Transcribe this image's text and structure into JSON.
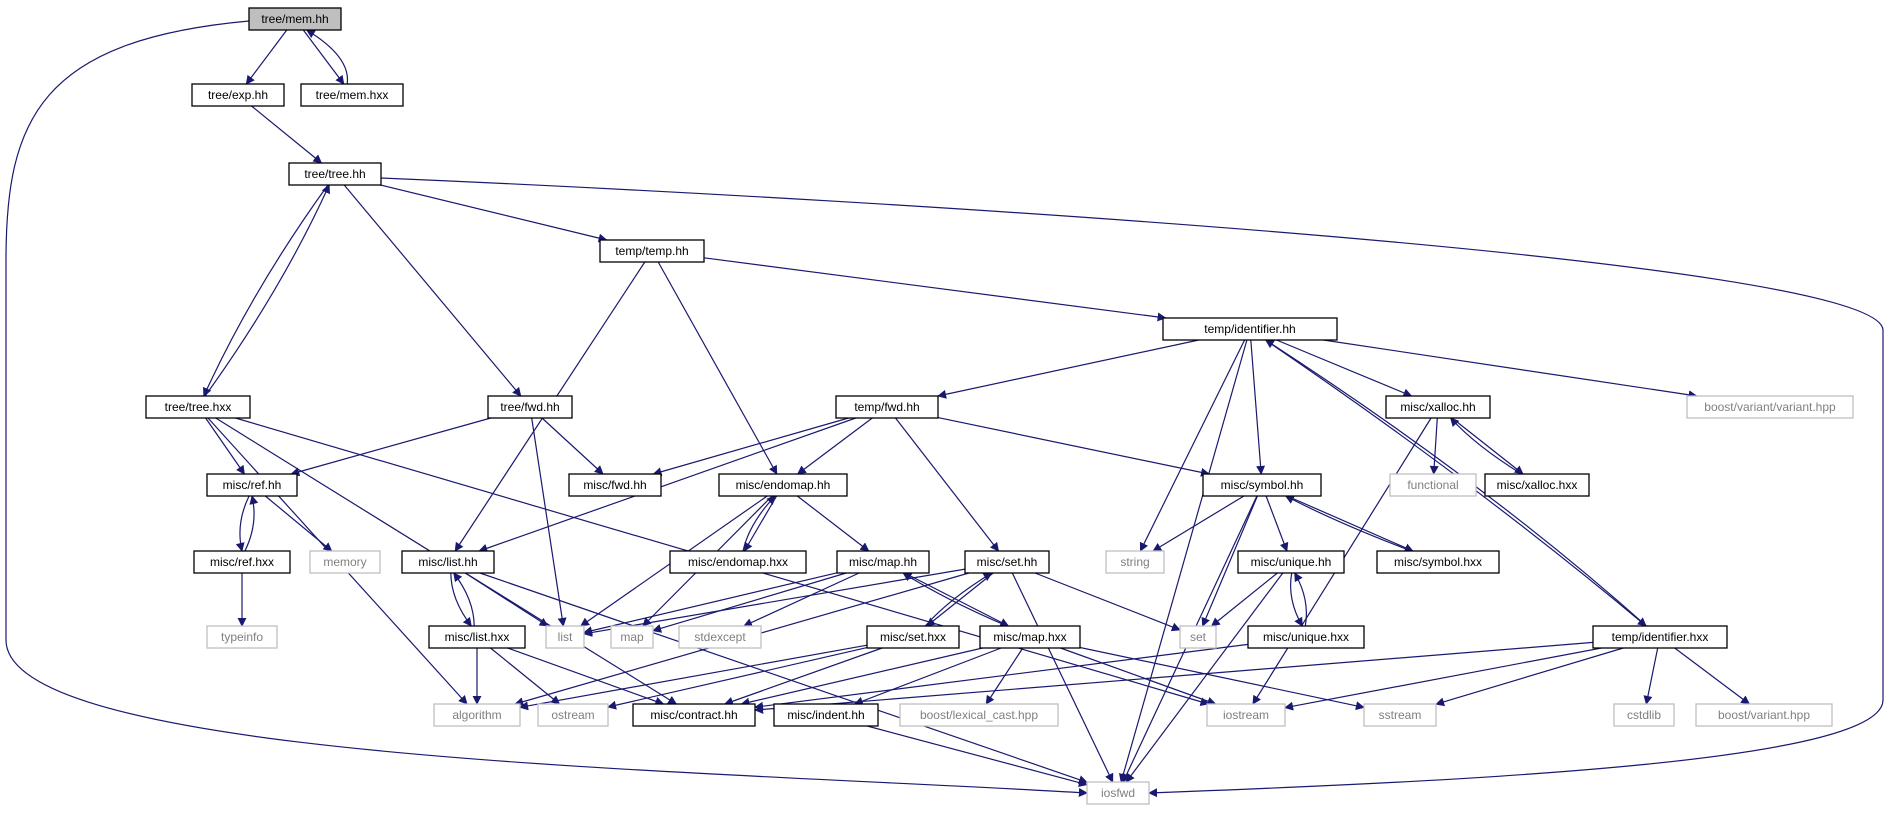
{
  "diagram": {
    "colors": {
      "edge": "#191970",
      "node_border": "#000000",
      "external_border": "#bfbfbf",
      "external_text": "#808080",
      "root_fill": "#bfbfbf"
    },
    "nodes": [
      {
        "id": "mem_hh",
        "label": "tree/mem.hh",
        "kind": "root"
      },
      {
        "id": "exp_hh",
        "label": "tree/exp.hh",
        "kind": "header"
      },
      {
        "id": "mem_hxx",
        "label": "tree/mem.hxx",
        "kind": "header"
      },
      {
        "id": "tree_hh",
        "label": "tree/tree.hh",
        "kind": "header"
      },
      {
        "id": "temp_hh",
        "label": "temp/temp.hh",
        "kind": "header"
      },
      {
        "id": "ident_hh",
        "label": "temp/identifier.hh",
        "kind": "header"
      },
      {
        "id": "tree_hxx",
        "label": "tree/tree.hxx",
        "kind": "header"
      },
      {
        "id": "tfwd_hh",
        "label": "tree/fwd.hh",
        "kind": "header"
      },
      {
        "id": "tempfwd_hh",
        "label": "temp/fwd.hh",
        "kind": "header"
      },
      {
        "id": "xalloc_hh",
        "label": "misc/xalloc.hh",
        "kind": "header"
      },
      {
        "id": "boost_variant",
        "label": "boost/variant/variant.hpp",
        "kind": "external"
      },
      {
        "id": "ref_hh",
        "label": "misc/ref.hh",
        "kind": "header"
      },
      {
        "id": "miscfwd_hh",
        "label": "misc/fwd.hh",
        "kind": "header"
      },
      {
        "id": "endomap_hh",
        "label": "misc/endomap.hh",
        "kind": "header"
      },
      {
        "id": "symbol_hh",
        "label": "misc/symbol.hh",
        "kind": "header"
      },
      {
        "id": "functional",
        "label": "functional",
        "kind": "external"
      },
      {
        "id": "xalloc_hxx",
        "label": "misc/xalloc.hxx",
        "kind": "header"
      },
      {
        "id": "ref_hxx",
        "label": "misc/ref.hxx",
        "kind": "header"
      },
      {
        "id": "memory",
        "label": "memory",
        "kind": "external"
      },
      {
        "id": "list_hh",
        "label": "misc/list.hh",
        "kind": "header"
      },
      {
        "id": "endomap_hxx",
        "label": "misc/endomap.hxx",
        "kind": "header"
      },
      {
        "id": "map_hh",
        "label": "misc/map.hh",
        "kind": "header"
      },
      {
        "id": "set_hh",
        "label": "misc/set.hh",
        "kind": "header"
      },
      {
        "id": "string",
        "label": "string",
        "kind": "external"
      },
      {
        "id": "unique_hh",
        "label": "misc/unique.hh",
        "kind": "header"
      },
      {
        "id": "symbol_hxx",
        "label": "misc/symbol.hxx",
        "kind": "header"
      },
      {
        "id": "typeinfo",
        "label": "typeinfo",
        "kind": "external"
      },
      {
        "id": "list_hxx",
        "label": "misc/list.hxx",
        "kind": "header"
      },
      {
        "id": "list",
        "label": "list",
        "kind": "external"
      },
      {
        "id": "map",
        "label": "map",
        "kind": "external"
      },
      {
        "id": "stdexcept",
        "label": "stdexcept",
        "kind": "external"
      },
      {
        "id": "set_hxx",
        "label": "misc/set.hxx",
        "kind": "header"
      },
      {
        "id": "map_hxx",
        "label": "misc/map.hxx",
        "kind": "header"
      },
      {
        "id": "set",
        "label": "set",
        "kind": "external"
      },
      {
        "id": "unique_hxx",
        "label": "misc/unique.hxx",
        "kind": "header"
      },
      {
        "id": "ident_hxx",
        "label": "temp/identifier.hxx",
        "kind": "header"
      },
      {
        "id": "algorithm",
        "label": "algorithm",
        "kind": "external"
      },
      {
        "id": "ostream",
        "label": "ostream",
        "kind": "external"
      },
      {
        "id": "contract_hh",
        "label": "misc/contract.hh",
        "kind": "header"
      },
      {
        "id": "indent_hh",
        "label": "misc/indent.hh",
        "kind": "header"
      },
      {
        "id": "boost_lexical",
        "label": "boost/lexical_cast.hpp",
        "kind": "external"
      },
      {
        "id": "iostream",
        "label": "iostream",
        "kind": "external"
      },
      {
        "id": "sstream",
        "label": "sstream",
        "kind": "external"
      },
      {
        "id": "cstdlib",
        "label": "cstdlib",
        "kind": "external"
      },
      {
        "id": "boost_variant_hpp",
        "label": "boost/variant.hpp",
        "kind": "external"
      },
      {
        "id": "iosfwd",
        "label": "iosfwd",
        "kind": "external"
      }
    ]
  }
}
